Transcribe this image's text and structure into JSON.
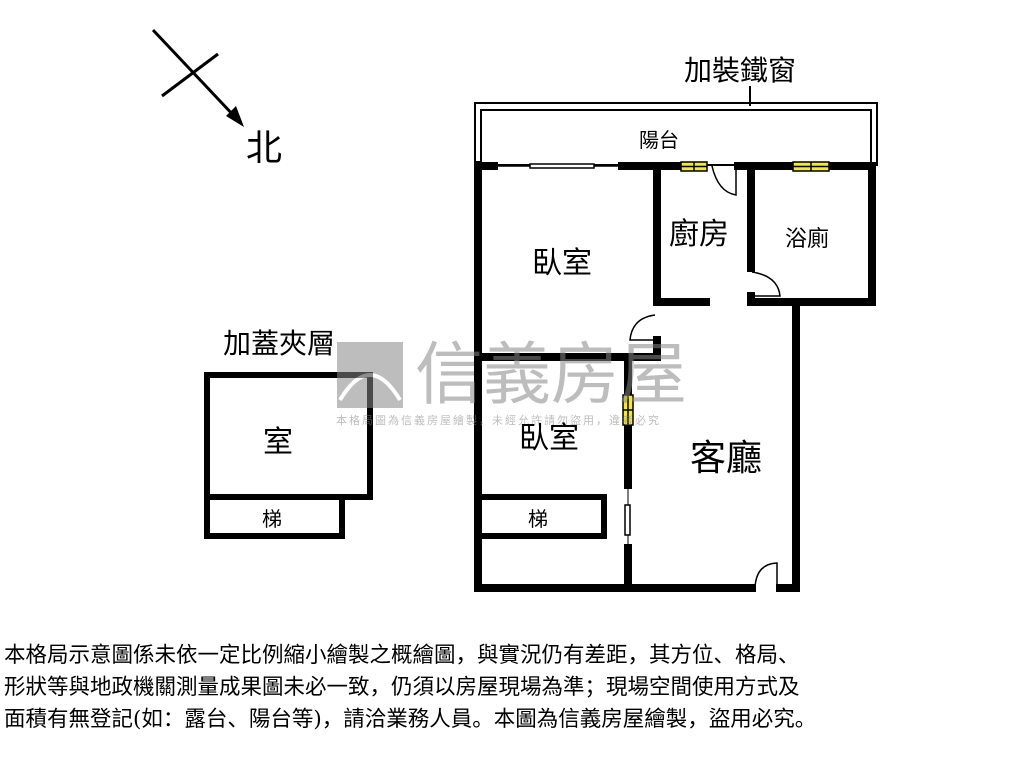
{
  "compass": {
    "north_label": "北",
    "icon": "north-arrow-icon"
  },
  "annotations": {
    "iron_window": "加裝鐵窗"
  },
  "rooms": {
    "balcony": "陽台",
    "bedroom_1": "臥室",
    "kitchen": "廚房",
    "bathroom": "浴廁",
    "bedroom_2": "臥室",
    "living_room": "客廳",
    "stairs_1": "梯",
    "mezzanine_title": "加蓋夾層",
    "mezzanine_room": "室",
    "stairs_2": "梯"
  },
  "watermark": {
    "brand": "信義房屋",
    "notice": "本格局圖為信義房屋繪製，未經允許請勿盜用，違者必究"
  },
  "disclaimer": [
    "本格局示意圖係未依一定比例縮小繪製之概繪圖，與實況仍有差距，其方位、格局、",
    "形狀等與地政機關測量成果圖未必一致，仍須以房屋現場為準；現場空間使用方式及",
    "面積有無登記(如：露台、陽台等)，請洽業務人員。本圖為信義房屋繪製，盜用必究。"
  ],
  "colors": {
    "wall": "#000000",
    "window": "#f5ea2a",
    "watermark": "#999999"
  }
}
